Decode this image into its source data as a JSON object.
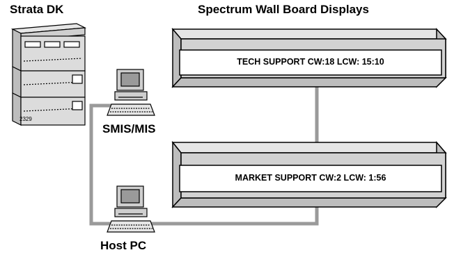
{
  "labels": {
    "strata": "Strata DK",
    "spectrum": "Spectrum Wall Board Displays",
    "unit_id": "2329",
    "smis": "SMIS/MIS",
    "host": "Host PC"
  },
  "boards": [
    {
      "text": "TECH SUPPORT CW:18   LCW: 15:10"
    },
    {
      "text": "MARKET SUPPORT CW:2   LCW: 1:56"
    }
  ],
  "colors": {
    "cable": "#9a9a9a",
    "board_face": "#d2d2d2",
    "board_side": "#bdbdbd",
    "board_top": "#e6e6e6",
    "cabinet": "#dcdcdc"
  }
}
